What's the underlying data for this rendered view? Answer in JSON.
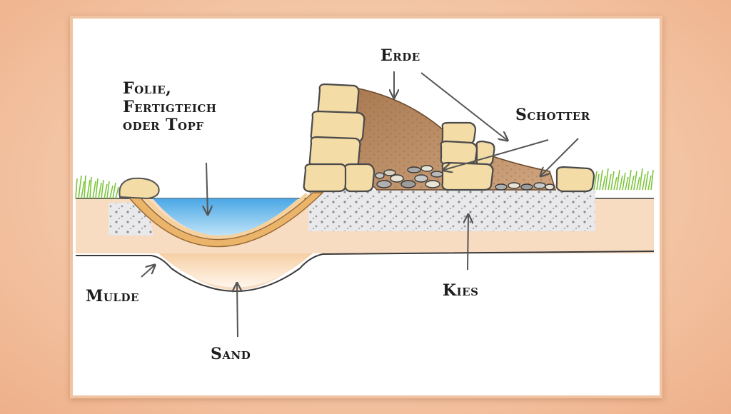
{
  "labels": {
    "folie": [
      "Folie,",
      "Fertigteich",
      "oder Topf"
    ],
    "erde": "Erde",
    "schotter": "Schotter",
    "mulde": "Mulde",
    "kies": "Kies",
    "sand": "Sand"
  },
  "colors": {
    "background": "#f3c4a3",
    "card_border": "#f0c3a2",
    "ground": "#f8dcc2",
    "gravel_bed": "#e9e9ec",
    "water": "#5ab0e8",
    "liner_outer": "#eab46a",
    "liner_inner": "#f6d19c",
    "stone": "#f3dca6",
    "soil": "#b8895f",
    "grass": "#7cc43a",
    "arrow": "#555555"
  }
}
